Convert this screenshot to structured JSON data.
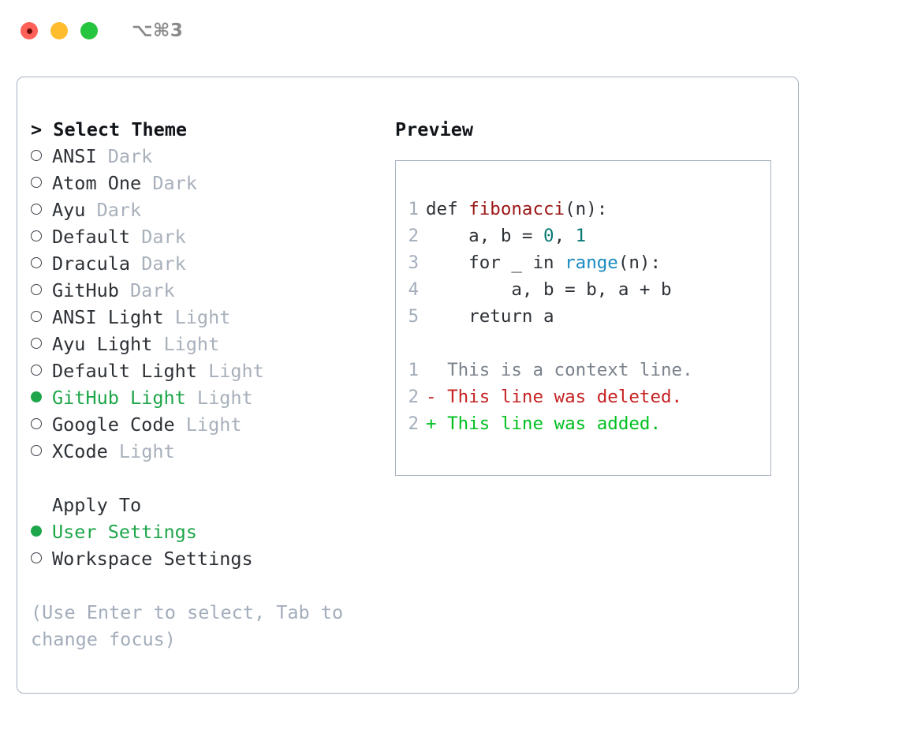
{
  "window": {
    "shortcut": "⌥⌘3",
    "traffic_lights": [
      {
        "name": "close",
        "color": "#ff6159"
      },
      {
        "name": "minimize",
        "color": "#ffbd2e"
      },
      {
        "name": "zoom",
        "color": "#25c53f"
      }
    ]
  },
  "theme_picker": {
    "header": "> Select Theme",
    "options": [
      {
        "marker": "hollow",
        "name": "ANSI",
        "suffix": "Dark",
        "selected": false
      },
      {
        "marker": "hollow",
        "name": "Atom One",
        "suffix": "Dark",
        "selected": false
      },
      {
        "marker": "hollow",
        "name": "Ayu",
        "suffix": "Dark",
        "selected": false
      },
      {
        "marker": "hollow",
        "name": "Default",
        "suffix": "Dark",
        "selected": false
      },
      {
        "marker": "hollow",
        "name": "Dracula",
        "suffix": "Dark",
        "selected": false
      },
      {
        "marker": "hollow",
        "name": "GitHub",
        "suffix": "Dark",
        "selected": false
      },
      {
        "marker": "hollow",
        "name": "ANSI Light",
        "suffix": "Light",
        "selected": false
      },
      {
        "marker": "hollow",
        "name": "Ayu Light",
        "suffix": "Light",
        "selected": false
      },
      {
        "marker": "hollow",
        "name": "Default Light",
        "suffix": "Light",
        "selected": false
      },
      {
        "marker": "filled",
        "name": "GitHub Light",
        "suffix": "Light",
        "selected": true
      },
      {
        "marker": "hollow",
        "name": "Google Code",
        "suffix": "Light",
        "selected": false
      },
      {
        "marker": "hollow",
        "name": "XCode",
        "suffix": "Light",
        "selected": false
      }
    ]
  },
  "apply_to": {
    "header": "Apply To",
    "options": [
      {
        "marker": "filled",
        "name": "User Settings",
        "selected": true
      },
      {
        "marker": "hollow",
        "name": "Workspace Settings",
        "selected": false
      }
    ]
  },
  "hint": "(Use Enter to select, Tab to change focus)",
  "preview": {
    "title": "Preview",
    "code_lines": [
      {
        "num": "1",
        "tokens": [
          {
            "t": "def ",
            "c": "plain"
          },
          {
            "t": "fibonacci",
            "c": "fn"
          },
          {
            "t": "(n):",
            "c": "plain"
          }
        ]
      },
      {
        "num": "2",
        "tokens": [
          {
            "t": "    a, b = ",
            "c": "plain"
          },
          {
            "t": "0",
            "c": "num"
          },
          {
            "t": ", ",
            "c": "plain"
          },
          {
            "t": "1",
            "c": "num"
          }
        ]
      },
      {
        "num": "3",
        "tokens": [
          {
            "t": "    for _ in ",
            "c": "plain"
          },
          {
            "t": "range",
            "c": "call"
          },
          {
            "t": "(n):",
            "c": "plain"
          }
        ]
      },
      {
        "num": "4",
        "tokens": [
          {
            "t": "        a, b = b, a + b",
            "c": "plain"
          }
        ]
      },
      {
        "num": "5",
        "tokens": [
          {
            "t": "    return a",
            "c": "plain"
          }
        ]
      }
    ],
    "diff_lines": [
      {
        "num": "1",
        "text": "  This is a context line.",
        "kind": "ctx"
      },
      {
        "num": "2",
        "text": "- This line was deleted.",
        "kind": "del"
      },
      {
        "num": "2",
        "text": "+ This line was added.",
        "kind": "add"
      }
    ]
  },
  "colors": {
    "selected_green": "#1ea64a",
    "diff_add": "#00c020",
    "diff_del": "#c62222",
    "token_function": "#9c1616",
    "token_number": "#0b7a75",
    "token_call": "#1a8ac0",
    "border": "#a9b3c2",
    "muted": "#a3adbb"
  }
}
